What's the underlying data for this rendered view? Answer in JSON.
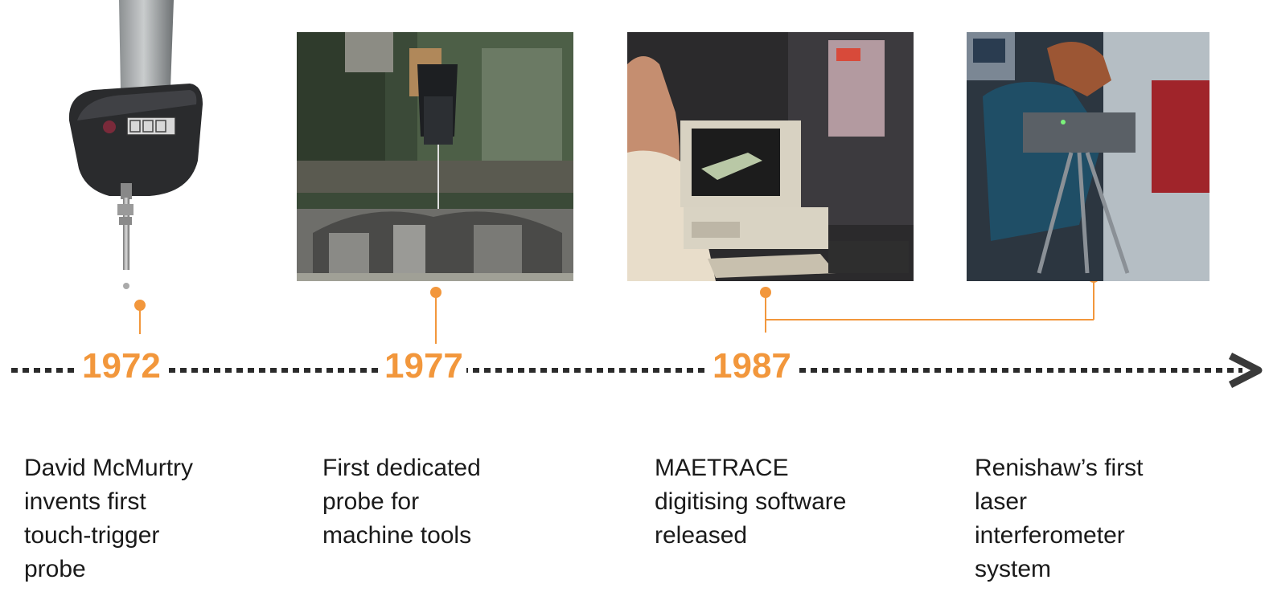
{
  "accent_color": "#f2973c",
  "axis_color": "#2b2b2b",
  "milestones": [
    {
      "year": "1972",
      "caption": "David McMurtry\ninvents first\ntouch-trigger\nprobe",
      "image": "touch-trigger-probe"
    },
    {
      "year": "1977",
      "caption": "First dedicated\nprobe for\nmachine tools",
      "image": "machine-tool-probe"
    },
    {
      "year": "1987",
      "caption": "MAETRACE\ndigitising software\nreleased",
      "image": "digitising-workstation"
    },
    {
      "year": "",
      "caption": "Renishaw’s first\nlaser\ninterferometer\nsystem",
      "image": "laser-interferometer"
    }
  ]
}
